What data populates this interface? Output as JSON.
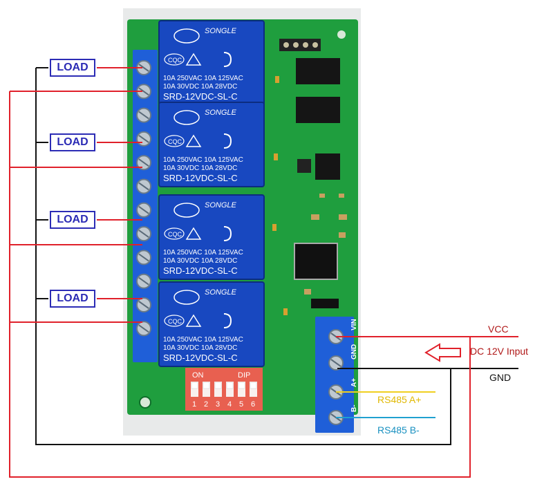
{
  "loads": [
    {
      "label": "LOAD"
    },
    {
      "label": "LOAD"
    },
    {
      "label": "LOAD"
    },
    {
      "label": "LOAD"
    }
  ],
  "relays": [
    {
      "brand": "SONGLE",
      "rating1": "10A 250VAC  10A 125VAC",
      "rating2": "10A  30VDC  10A   28VDC",
      "model": "SRD-12VDC-SL-C",
      "cert": "CQC"
    },
    {
      "brand": "SONGLE",
      "rating1": "10A 250VAC  10A 125VAC",
      "rating2": "10A  30VDC  10A   28VDC",
      "model": "SRD-12VDC-SL-C",
      "cert": "CQC"
    },
    {
      "brand": "SONGLE",
      "rating1": "10A 250VAC  10A 125VAC",
      "rating2": "10A  30VDC  10A   28VDC",
      "model": "SRD-12VDC-SL-C",
      "cert": "CQC"
    },
    {
      "brand": "SONGLE",
      "rating1": "10A 250VAC  10A 125VAC",
      "rating2": "10A  30VDC  10A   28VDC",
      "model": "SRD-12VDC-SL-C",
      "cert": "CQC"
    }
  ],
  "dip": {
    "on_label": "ON",
    "dip_label": "DIP",
    "numbers": [
      "1",
      "2",
      "3",
      "4",
      "5",
      "6"
    ]
  },
  "terminal_labels": [
    "VIN",
    "GND",
    "A+",
    "B-"
  ],
  "power": {
    "vcc": "VCC",
    "input": "DC 12V Input",
    "gnd": "GND"
  },
  "rs485": {
    "a": "RS485 A+",
    "b": "RS485 B-"
  },
  "colors": {
    "red_wire": "#e0202a",
    "black_wire": "#111111",
    "load_blue": "#2b2bb5",
    "rs485_a": "#f0d020",
    "rs485_b": "#20a0d0",
    "pcb_green": "#1f9e3e",
    "relay_blue": "#1848c0",
    "terminal_blue": "#1f5fd8"
  }
}
